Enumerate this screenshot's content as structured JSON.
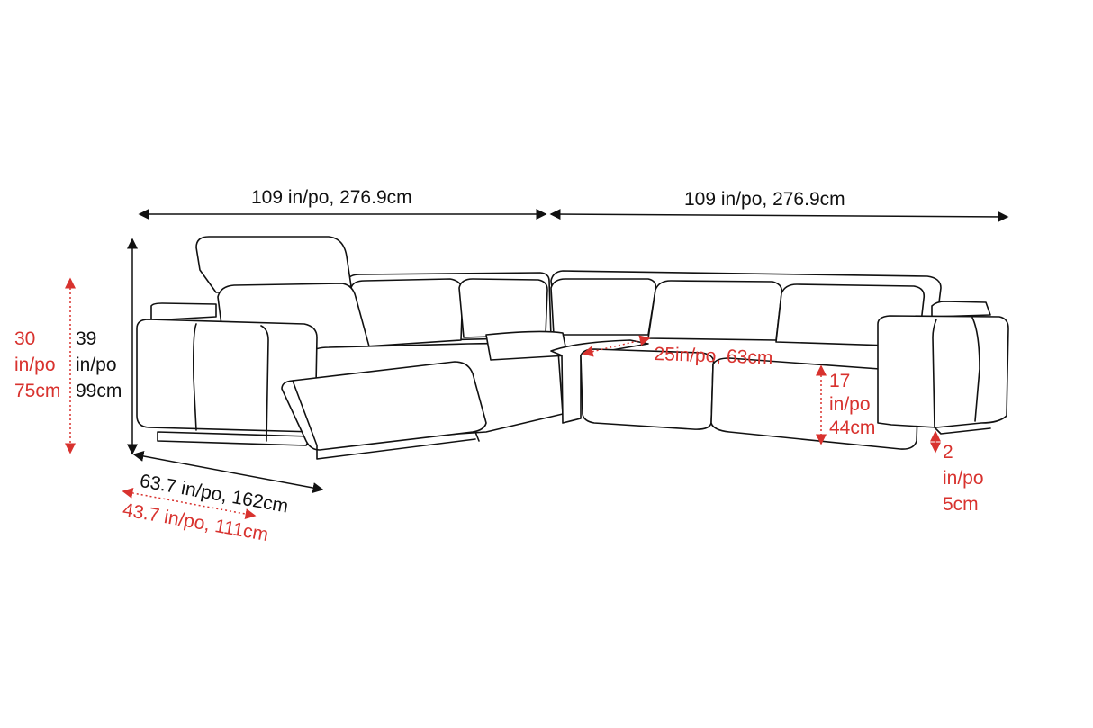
{
  "colors": {
    "outline": "#111111",
    "seat_dimensions": "#d8322e"
  },
  "dimensions": {
    "width_left": "109 in/po, 276.9cm",
    "width_right": "109 in/po, 276.9cm",
    "total_height": [
      "39",
      "in/po",
      "99cm"
    ],
    "arm_height": [
      "30",
      "in/po",
      "75cm"
    ],
    "depth": "63.7 in/po, 162cm",
    "seat_depth_extended": "43.7 in/po, 111cm",
    "seat_depth": "25in/po, 63cm",
    "seat_height": [
      "17",
      "in/po",
      "44cm"
    ],
    "leg_height": [
      "2",
      "in/po",
      "5cm"
    ]
  }
}
